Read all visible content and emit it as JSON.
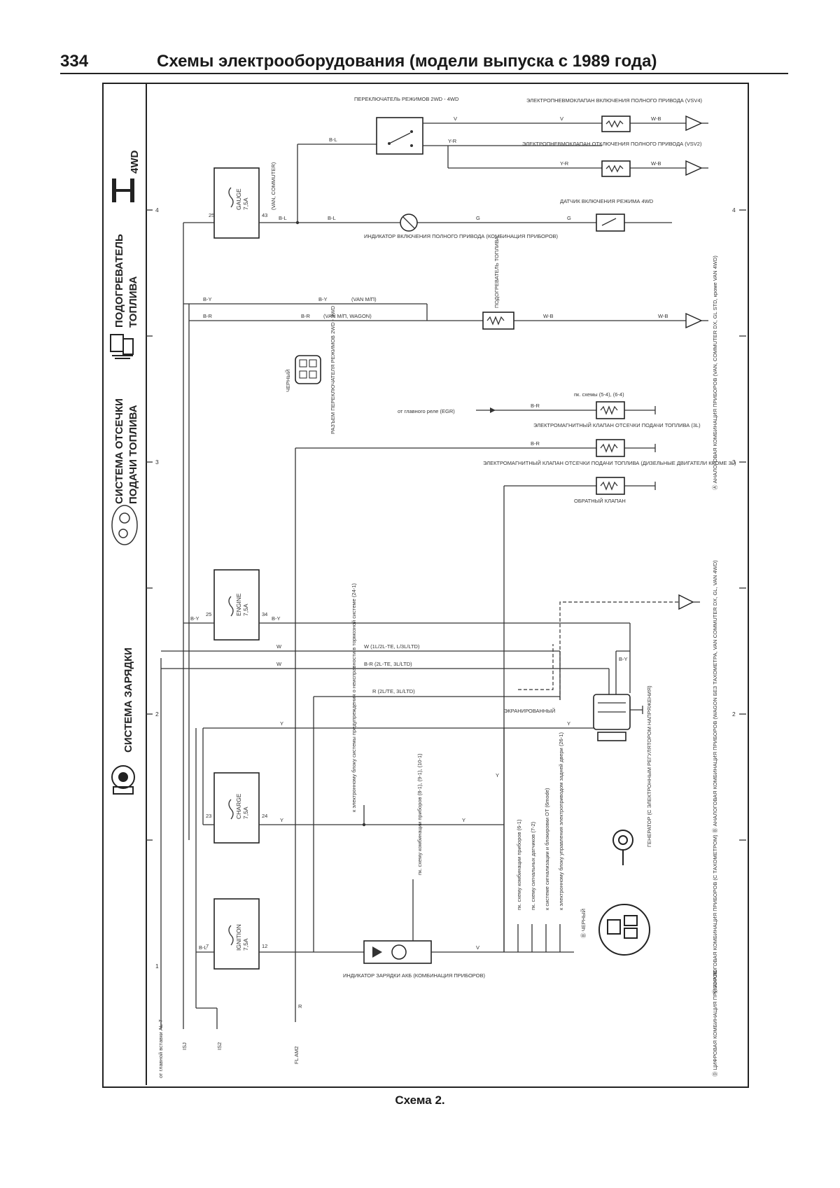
{
  "header": {
    "page_number": "334",
    "title": "Схемы электрооборудования (модели выпуска с 1989 года)"
  },
  "caption": "Схема 2.",
  "sections": [
    {
      "id": "4wd",
      "label": "4WD",
      "icon": "axle-icon"
    },
    {
      "id": "fuel-heater",
      "label_line1": "ПОДОГРЕВАТЕЛЬ",
      "label_line2": "ТОПЛИВА",
      "icon": "fuel-heater-icon"
    },
    {
      "id": "fuel-cut",
      "label_line1": "СИСТЕМА ОТСЕЧКИ",
      "label_line2": "ПОДАЧИ ТОПЛИВА",
      "icon": "engine-icon"
    },
    {
      "id": "charging",
      "label": "СИСТЕМА ЗАРЯДКИ",
      "icon": "alternator-icon"
    }
  ],
  "fuses": [
    {
      "id": "gauge",
      "name": "GAUGE",
      "rating": "7,5A",
      "alt": "GAUGE 7,5A (VAN, COMMUTER)",
      "pin_in": "25",
      "pin_out": "43"
    },
    {
      "id": "engine",
      "name": "ENGINE",
      "rating": "7,5A",
      "pin_in": "25",
      "pin_out": "34"
    },
    {
      "id": "charge",
      "name": "CHARGE",
      "rating": "7,5A",
      "pin_in": "23",
      "pin_out": "24"
    },
    {
      "id": "ignition",
      "name": "IGNITION",
      "rating": "7,5A",
      "pin_in": "7",
      "pin_out": "12"
    }
  ],
  "components": {
    "mode_switch": "ПЕРЕКЛЮЧАТЕЛЬ РЕЖИМОВ 2WD - 4WD",
    "vsv_on": "ЭЛЕКТРОПНЕВМОКЛАПАН ВКЛЮЧЕНИЯ ПОЛНОГО ПРИВОДА (VSV4)",
    "vsv_off": "ЭЛЕКТРОПНЕВМОКЛАПАН ОТКЛЮЧЕНИЯ ПОЛНОГО ПРИВОДА (VSV2)",
    "sensor_4wd": "ДАТЧИК ВКЛЮЧЕНИЯ РЕЖИМА 4WD",
    "indicator_4wd": "ИНДИКАТОР ВКЛЮЧЕНИЯ ПОЛНОГО ПРИВОДА (КОМБИНАЦИЯ ПРИБОРОВ)",
    "fuel_heater": "ПОДОГРЕВАТЕЛЬ ТОПЛИВА",
    "connector": "РАЗЪЕМ ПЕРЕКЛЮЧАТЕЛЯ РЕЖИМОВ 2WD - 4WD",
    "connector_color": "ЧЕРНЫЙ",
    "egr_ref": "от главного реле (EGR)",
    "egr_ref2": "пк. схемы (5-4), (6-4)",
    "cut_valve_1": "ЭЛЕКТРОМАГНИТНЫЙ КЛАПАН ОТСЕЧКИ ПОДАЧИ ТОПЛИВА (3L)",
    "cut_valve_2": "ЭЛЕКТРОМАГНИТНЫЙ КЛАПАН ОТСЕЧКИ ПОДАЧИ ТОПЛИВА (ДИЗЕЛЬНЫЕ ДВИГАТЕЛИ КРОМЕ 3L)",
    "check_valve": "ОБРАТНЫЙ КЛАПАН",
    "shielded": "ЭКРАНИРОВАННЫЙ",
    "generator": "ГЕНЕРАТОР (С ЭЛЕКТРОННЫМ РЕГУЛЯТОРОМ НАПРЯЖЕНИЯ)",
    "charge_indicator": "ИНДИКАТОР ЗАРЯДКИ АКБ (КОМБИНАЦИЯ ПРИБОРОВ)",
    "charge_note": "пк. схему комбинации приборов (8-1), (9-1), (10-1)",
    "to_ecu_note": "к электронному блоку системы предупреждения о неисправности в тормозной системе (24-1)",
    "refs": [
      "пк. схему комбинации приборов (6-1)",
      "пк. схему сигнальных датчиков (7-2)",
      "к системе сигнализации и блокировки OT (6mode)",
      "к электронному блоку управления электроприводом задней двери (26-1)"
    ],
    "black": "Ⓑ ЧЕРНЫЙ",
    "from_ignition": "от главной вставки AL-7",
    "fl_label": "FL AM2"
  },
  "wire_labels": {
    "bl": "B-L",
    "by": "B-Y",
    "br": "B-R",
    "yr": "Y-R",
    "wb": "W-B",
    "v": "V",
    "y": "Y",
    "w": "W",
    "g": "G",
    "r": "R",
    "van_mpp": "(VAN M/П)",
    "van_wagon": "(VAN M/П, WAGON)",
    "van_commuter": "(VAN, COMMUTER)",
    "w_variants": "W (1L/2L-TE, L/3L/LTD)",
    "br_variants": "B-R (2L-TE, 3L/LTD)",
    "r_variants": "R (2L/TE, 3L/LTD)"
  },
  "legend_notes": [
    "Ⓐ АНАЛОГОВАЯ КОМБИНАЦИЯ ПРИБОРОВ (VAN, COMMUTER DX, GL STD, кроме VAN 4WD)",
    "Ⓑ АНАЛОГОВАЯ КОМБИНАЦИЯ ПРИБОРОВ (WAGON БЕЗ ТАХОМЕТРА, VAN COMMUTER DX, GL, VAN 4WD)",
    "Ⓒ АНАЛОГОВАЯ КОМБИНАЦИЯ ПРИБОРОВ (С ТАХОМЕТРОМ)",
    "Ⓓ ЦИФРОВАЯ КОМБИНАЦИЯ ПРИБОРОВ"
  ],
  "grid_numbers": [
    "4",
    "3",
    "2",
    "1"
  ],
  "grid_letters": [
    "ISJ",
    "IS2"
  ]
}
